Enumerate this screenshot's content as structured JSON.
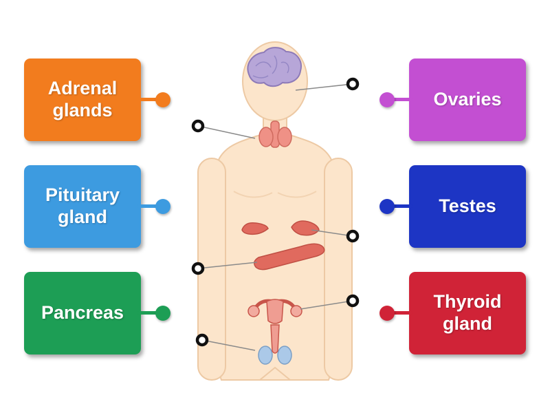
{
  "labels": {
    "left": [
      {
        "text": "Adrenal glands",
        "color": "#f27c1e"
      },
      {
        "text": "Pituitary gland",
        "color": "#3d9be0"
      },
      {
        "text": "Pancreas",
        "color": "#1d9e55"
      }
    ],
    "right": [
      {
        "text": "Ovaries",
        "color": "#c34fd2"
      },
      {
        "text": "Testes",
        "color": "#1d35c4"
      },
      {
        "text": "Thyroid gland",
        "color": "#d02337"
      }
    ]
  },
  "diagram": {
    "name": "human-endocrine-system-figure",
    "target_points": 6,
    "colors": {
      "skin": "#fce5cb",
      "skin_outline": "#edc9a4",
      "brain": "#b7a6d8",
      "brain_outline": "#8d7ab8",
      "organ": "#e06a5e",
      "organ_outline": "#c04f44",
      "repro": "#ef9d92",
      "repro_outline": "#c8554a",
      "testis": "#abc9e8",
      "testis_outline": "#7a9fc6",
      "pointer_line": "#8a8a8a",
      "target_ring": "#111111"
    }
  }
}
